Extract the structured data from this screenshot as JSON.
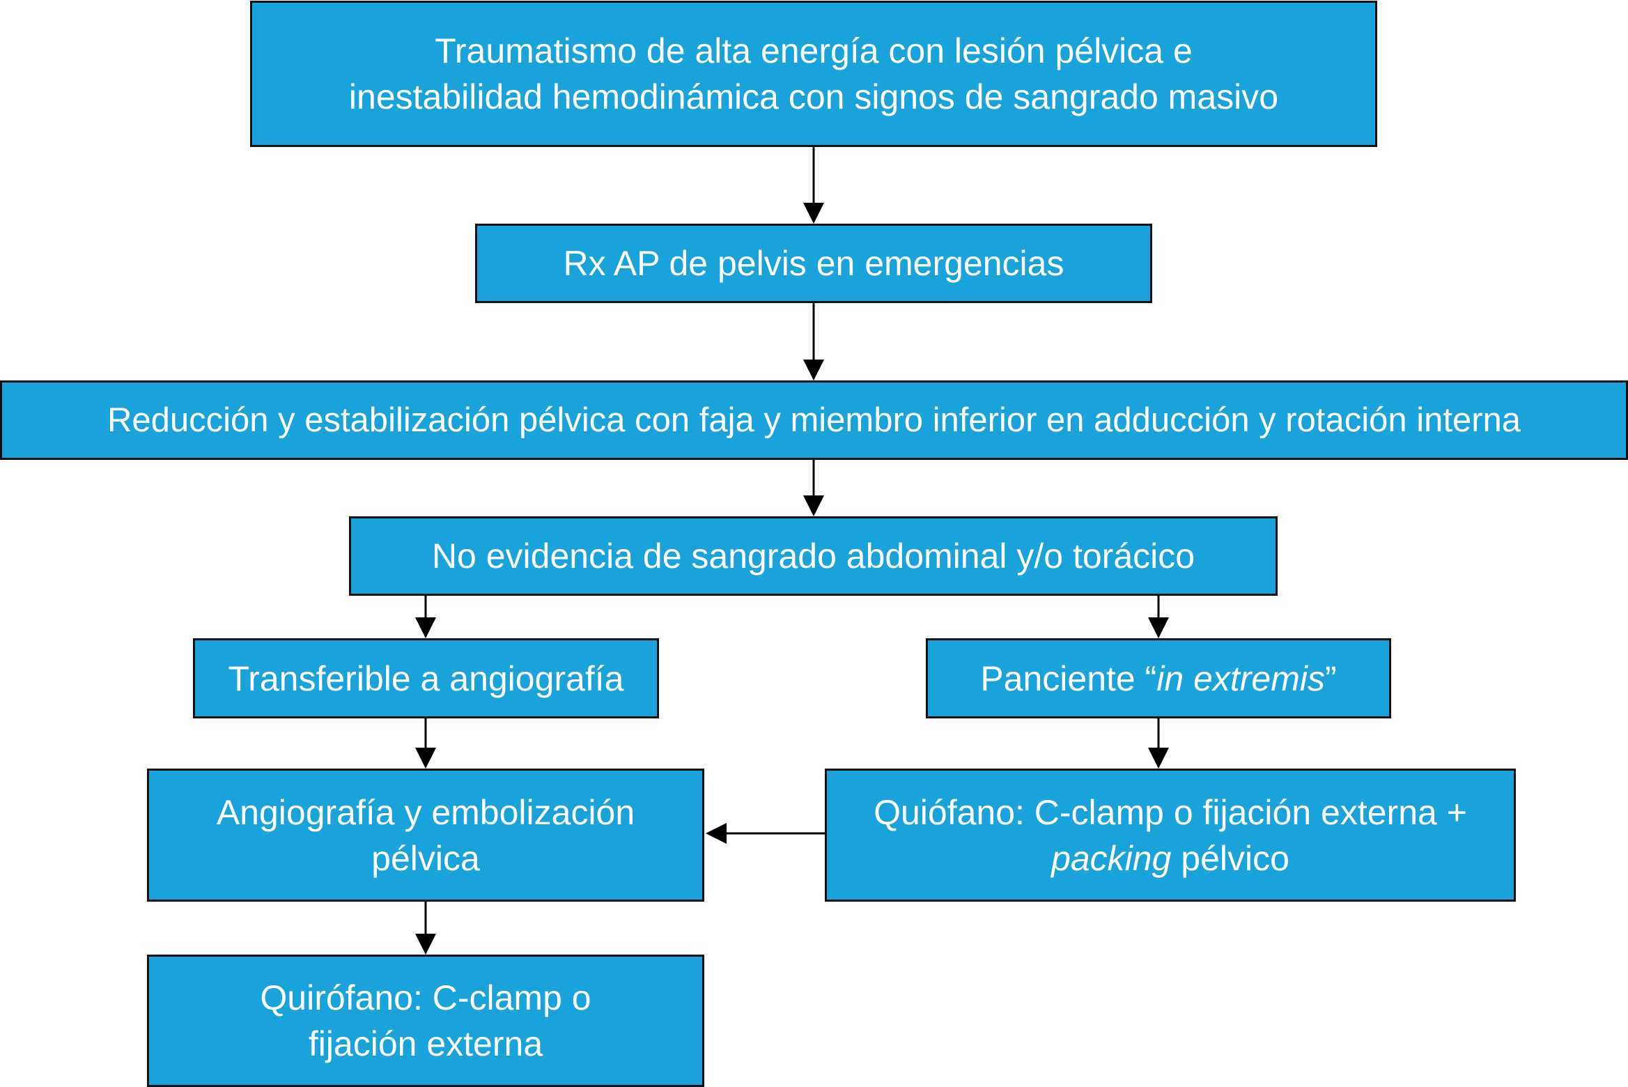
{
  "diagram": {
    "colors": {
      "box_fill": "#1aa3db",
      "box_border": "#111111",
      "text": "#ffffff",
      "arrow": "#000000"
    },
    "nodes": {
      "trauma": {
        "line1": "Traumatismo de alta energía con lesión pélvica e",
        "line2": "inestabilidad hemodinámica con signos de sangrado masivo"
      },
      "rx": {
        "text": "Rx AP de pelvis en emergencias"
      },
      "reduction": {
        "text": "Reducción y estabilización pélvica con faja y miembro inferior en adducción y rotación interna"
      },
      "no_bleeding": {
        "text": "No evidencia de sangrado abdominal y/o torácico"
      },
      "transferable": {
        "text": "Transferible a angiografía"
      },
      "in_extremis": {
        "prefix": "Panciente “",
        "italic": "in extremis",
        "suffix": "”"
      },
      "angiography": {
        "line1": "Angiografía y embolización",
        "line2": "pélvica"
      },
      "or_packing": {
        "line1": "Quiófano: C-clamp o fijación externa +",
        "line2_italic": "packing",
        "line2_rest": " pélvico"
      },
      "or_clamp": {
        "line1": "Quirófano: C-clamp o",
        "line2": "fijación externa"
      }
    },
    "edges": [
      {
        "from": "trauma",
        "to": "rx"
      },
      {
        "from": "rx",
        "to": "reduction"
      },
      {
        "from": "reduction",
        "to": "no_bleeding"
      },
      {
        "from": "no_bleeding",
        "to": "transferable"
      },
      {
        "from": "no_bleeding",
        "to": "in_extremis"
      },
      {
        "from": "transferable",
        "to": "angiography"
      },
      {
        "from": "in_extremis",
        "to": "or_packing"
      },
      {
        "from": "or_packing",
        "to": "angiography"
      },
      {
        "from": "angiography",
        "to": "or_clamp"
      }
    ]
  }
}
